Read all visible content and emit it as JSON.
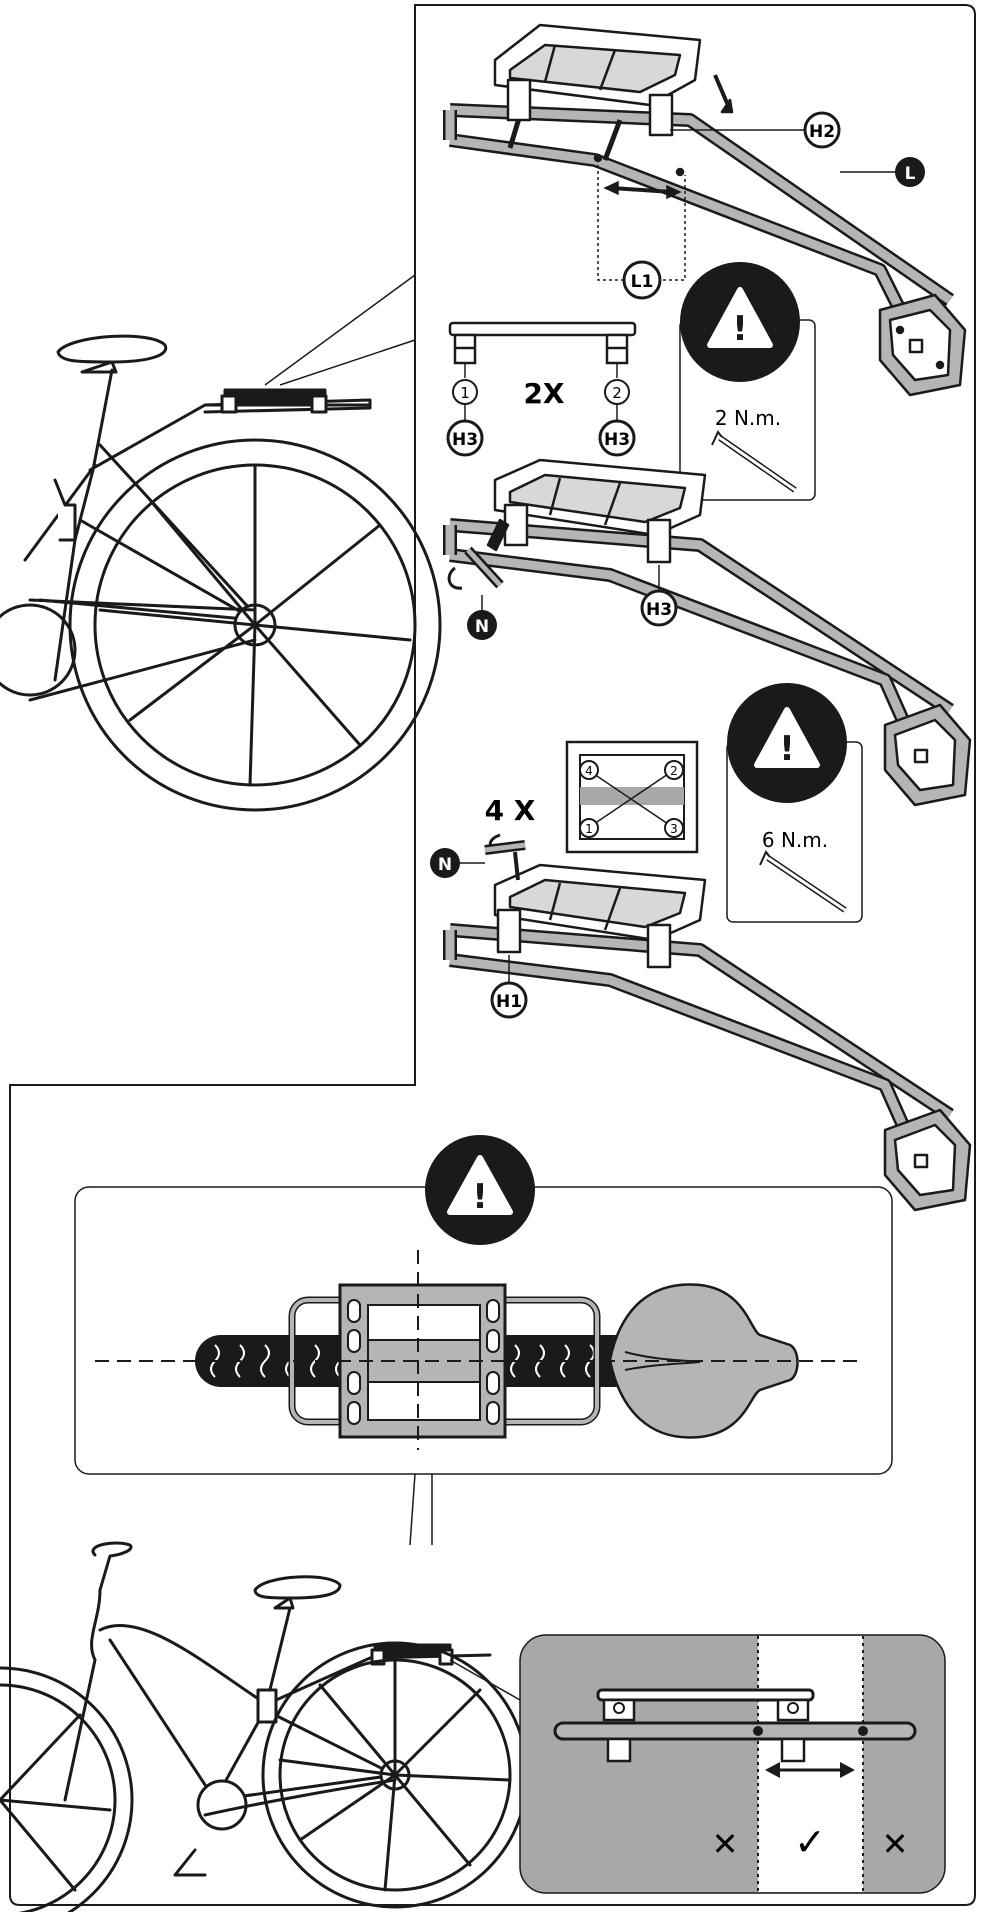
{
  "labels": {
    "h2": "H2",
    "l": "L",
    "l1": "L1",
    "h3": "H3",
    "n": "N",
    "h1": "H1"
  },
  "step2": {
    "count": "2X",
    "order_1": "1",
    "order_2": "2",
    "torque": "2 N.m."
  },
  "step3": {
    "count": "4 X",
    "order_1": "1",
    "order_2": "2",
    "order_3": "3",
    "order_4": "4",
    "torque": "6 N.m."
  },
  "warning_symbol": "!",
  "position_check": {
    "wrong_left": "✕",
    "correct": "✓",
    "wrong_right": "✕"
  },
  "colors": {
    "line": "#1a1a1a",
    "rack_fill": "#b5b5b5",
    "panel_grey": "#a8a8a8",
    "ok_zone": "#ffffff"
  }
}
